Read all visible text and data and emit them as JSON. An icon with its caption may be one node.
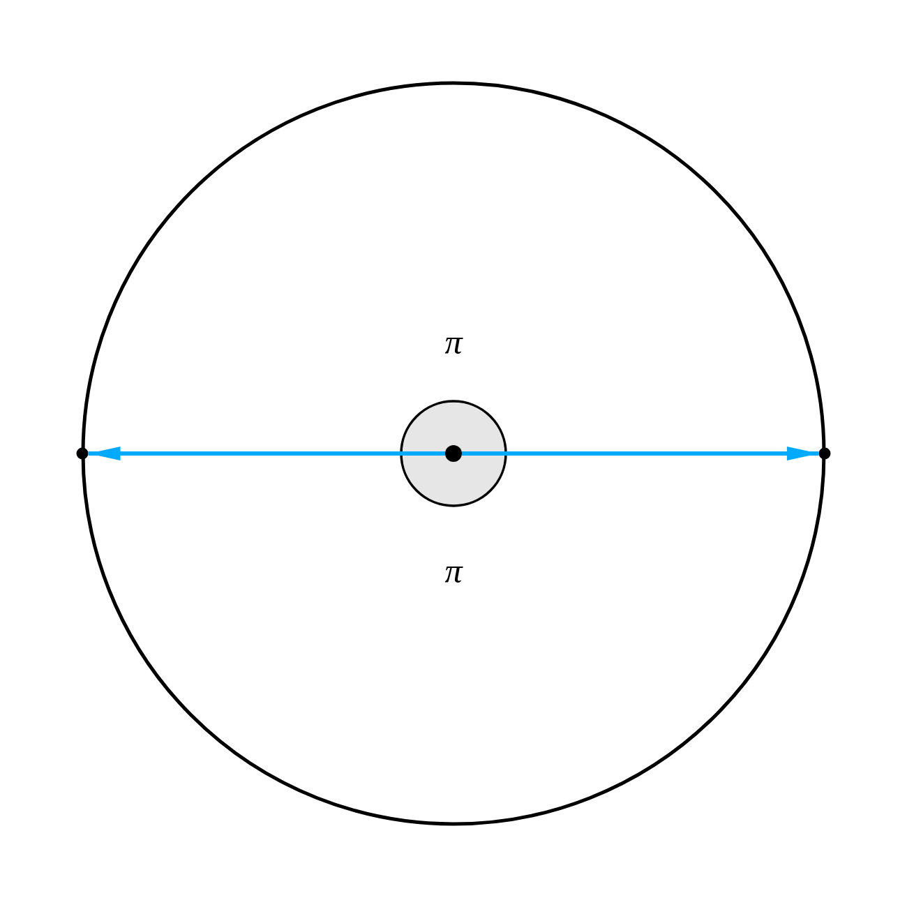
{
  "diagram": {
    "nodes": [
      {
        "text": [],
        "shape": "circle"
      },
      {
        "text": [],
        "shape": "circle",
        "in": 0
      },
      {
        "text": [],
        "shape": "circle",
        "in": 1
      },
      {
        "text": [],
        "shape": "circle"
      },
      {
        "text": [],
        "shape": "circle"
      }
    ],
    "edges": [
      {
        "from": 2,
        "to": 3,
        "arrow": "to"
      },
      {
        "from": 2,
        "to": 4,
        "arrow": "to"
      }
    ],
    "labels": [
      "π",
      "π"
    ]
  }
}
